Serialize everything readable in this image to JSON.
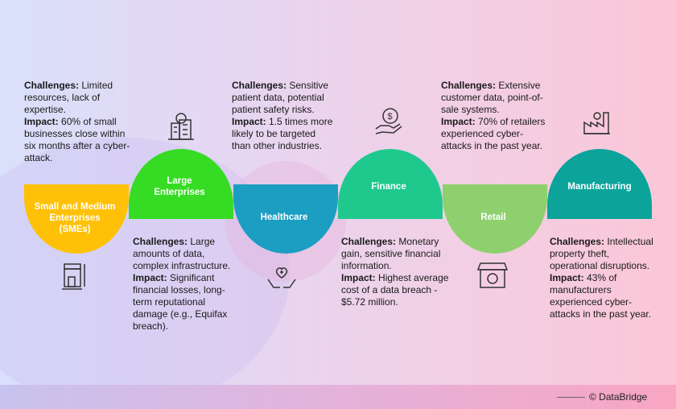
{
  "segments": [
    {
      "name": "Small and Medium Enterprises (SMEs)",
      "label_lines": [
        "Small and Medium",
        "Enterprises",
        "(SMEs)"
      ],
      "color": "#FFC107",
      "icon": "store-icon",
      "challenges_label": "Challenges:",
      "challenges": "Limited resources, lack of expertise.",
      "impact_label": "Impact:",
      "impact": "60% of small businesses close within six months after a cyber-attack."
    },
    {
      "name": "Large Enterprises",
      "label_lines": [
        "Large",
        "Enterprises"
      ],
      "color": "#36DC24",
      "icon": "building-globe-icon",
      "challenges_label": "Challenges:",
      "challenges": "Large amounts of data, complex infrastructure.",
      "impact_label": "Impact:",
      "impact": "Significant financial losses, long-term reputational damage (e.g., Equifax breach)."
    },
    {
      "name": "Healthcare",
      "label_lines": [
        "Healthcare"
      ],
      "color": "#1B9EC2",
      "icon": "hands-heart-icon",
      "challenges_label": "Challenges:",
      "challenges": "Sensitive patient data, potential patient safety risks.",
      "impact_label": "Impact:",
      "impact": "1.5 times more likely to be targeted than other industries."
    },
    {
      "name": "Finance",
      "label_lines": [
        "Finance"
      ],
      "color": "#1FC98E",
      "icon": "hand-dollar-icon",
      "challenges_label": "Challenges:",
      "challenges": "Monetary gain, sensitive financial information.",
      "impact_label": "Impact:",
      "impact": "Highest average cost of a data breach - $5.72 million."
    },
    {
      "name": "Retail",
      "label_lines": [
        "Retail"
      ],
      "color": "#8ED06E",
      "icon": "shop-icon",
      "challenges_label": "Challenges:",
      "challenges": "Extensive customer data, point-of-sale systems.",
      "impact_label": "Impact:",
      "impact": "70% of retailers experienced cyber-attacks in the past year."
    },
    {
      "name": "Manufacturing",
      "label_lines": [
        "Manufacturing"
      ],
      "color": "#0CA39A",
      "icon": "factory-gear-icon",
      "challenges_label": "Challenges:",
      "challenges": "Intellectual property theft, operational disruptions.",
      "impact_label": "Impact:",
      "impact": "43% of manufacturers experienced cyber-attacks in the past year."
    }
  ],
  "footer": {
    "brand": "© DataBridge"
  }
}
